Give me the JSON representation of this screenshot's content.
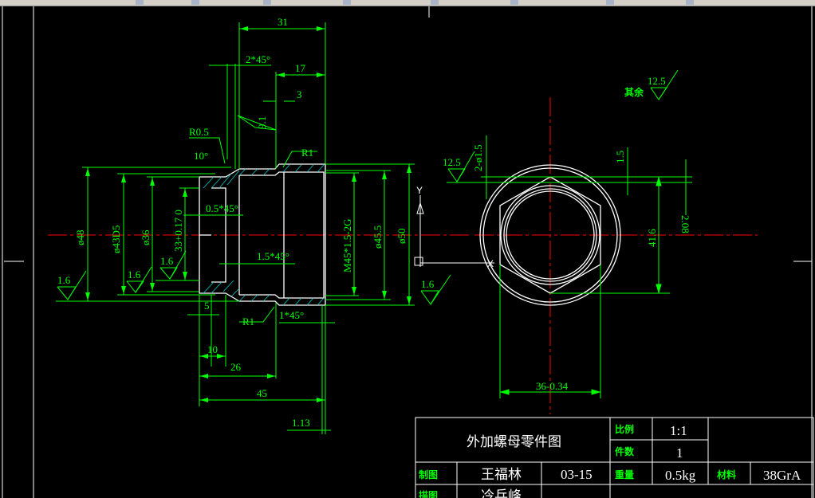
{
  "title_block": {
    "part_name": "外加螺母零件图",
    "scale_label": "比例",
    "scale_value": "1:1",
    "qty_label": "件数",
    "qty_value": "1",
    "drawn_label": "制图",
    "drawn_name": "王福林",
    "drawn_date": "03-15",
    "weight_label": "重量",
    "weight_value": "0.5kg",
    "material_label": "材料",
    "material_value": "38GrA",
    "traced_label": "描图",
    "traced_name": "冷兵峰"
  },
  "dimensions": {
    "d31": "31",
    "chamfer_2x45": "2*45°",
    "d17": "17",
    "d3": "3",
    "angle_9": "9.1",
    "r05": "R0.5",
    "angle_10": "10°",
    "r1_top": "R1",
    "phi48": "ø48",
    "phi43": "ø43D5",
    "phi36": "ø36",
    "phi33": "33+0.17 0",
    "chamfer_05": "0.5*45°",
    "chamfer_15": "1.5*45°",
    "thread": "M45*1.5-2G",
    "phi455": "ø45.5",
    "phi50": "ø50",
    "rough_16_a": "1.6",
    "rough_16_b": "1.6",
    "rough_16_c": "1.6",
    "rough_16_d": "1.6",
    "d5": "5",
    "r1_bot": "R1",
    "chamfer_1x45": "1*45°",
    "d10": "10",
    "d26": "26",
    "d45": "45",
    "d113": "1.13",
    "rough_125_a": "12.5",
    "holes": "2-ø1.5",
    "d15": "1.5",
    "d208": "2.08",
    "d416": "41.6",
    "hex": "36-0.34",
    "rest_label": "其余",
    "rough_125_rest": "12.5"
  },
  "ucs": {
    "y_label": "Y",
    "x_label": "X"
  },
  "colors": {
    "background": "#000000",
    "dimension": "#00ff00",
    "outline": "#ffffff",
    "centerline": "#ff0000"
  }
}
